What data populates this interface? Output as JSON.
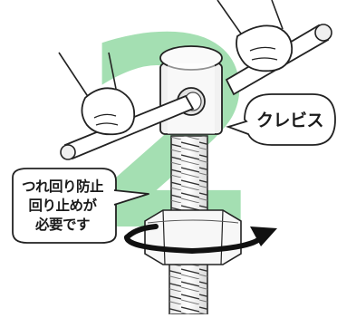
{
  "figure": {
    "background_numeral": "2",
    "numeral_color": "#9fdcae",
    "callouts": {
      "clevis": "クレビス",
      "warning_lines": [
        "つれ回り防止",
        "回り止めが",
        "必要です"
      ]
    },
    "icons": [
      "hand-icon",
      "rotation-arrow-icon"
    ]
  }
}
